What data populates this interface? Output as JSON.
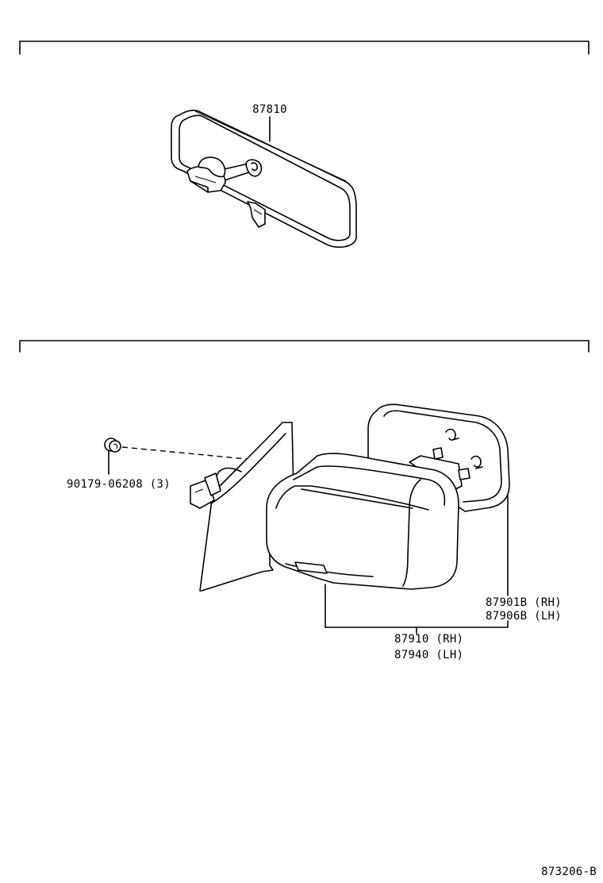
{
  "parts": {
    "rear_mirror": "87810",
    "clip": "90179-06208 (3)",
    "mirror_sub_rh": "87901B (RH)",
    "mirror_sub_lh": "87906B (LH)",
    "mirror_assy_rh": "87910 (RH)",
    "mirror_assy_lh": "87940 (LH)"
  },
  "diagram_code": "873206-B"
}
